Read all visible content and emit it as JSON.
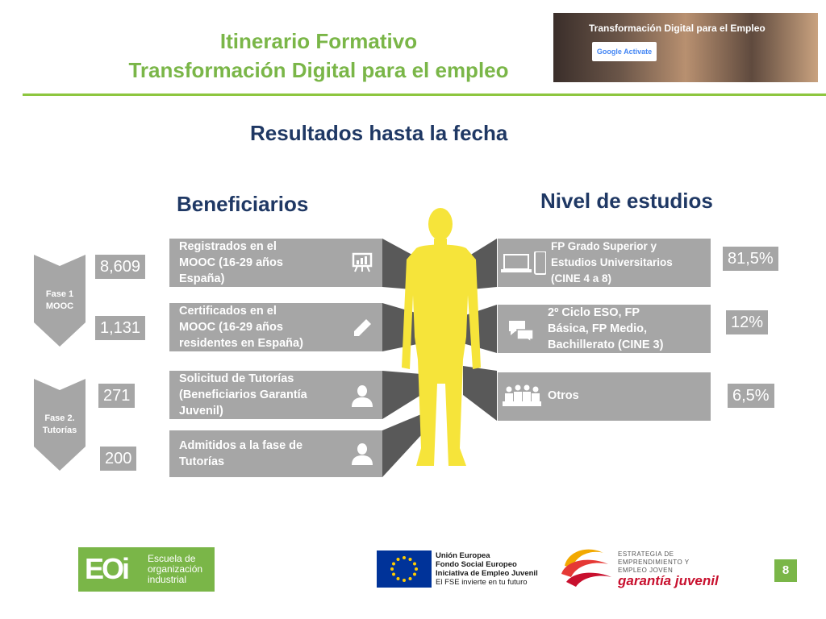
{
  "header": {
    "title_line1": "Itinerario Formativo",
    "title_line2": "Transformación Digital para el empleo",
    "banner_text": "Transformación Digital para el Empleo",
    "banner_logo": "Google Activate"
  },
  "section_title": "Resultados hasta la fecha",
  "beneficiarios": {
    "heading": "Beneficiarios",
    "phases": [
      {
        "label_line1": "Fase 1",
        "label_line2": "MOOC"
      },
      {
        "label_line1": "Fase 2.",
        "label_line2": "Tutorías"
      }
    ],
    "items": [
      {
        "value": "8,609",
        "text_lines": [
          "Registrados en el",
          "MOOC (16-29 años",
          "España)"
        ],
        "icon": "presentation-icon"
      },
      {
        "value": "1,131",
        "text_lines": [
          "Certificados en el",
          "MOOC (16-29 años",
          "residentes en España)"
        ],
        "icon": "pencil-icon"
      },
      {
        "value": "271",
        "text_lines": [
          "Solicitud de Tutorías",
          "(Beneficiarios Garantía",
          "Juvenil)"
        ],
        "icon": "person-icon"
      },
      {
        "value": "200",
        "text_lines": [
          "Admitidos a la fase de",
          "Tutorías"
        ],
        "icon": "person-icon"
      }
    ]
  },
  "nivel": {
    "heading": "Nivel de estudios",
    "items": [
      {
        "value": "81,5%",
        "text_lines": [
          "FP Grado Superior y",
          "Estudios Universitarios",
          "(CINE 4 a 8)"
        ],
        "icon": "devices-icon"
      },
      {
        "value": "12%",
        "text_lines": [
          "2º Ciclo ESO, FP",
          "Básica, FP Medio,",
          "Bachillerato (CINE 3)"
        ],
        "icon": "chat-icon"
      },
      {
        "value": "6,5%",
        "text_lines": [
          "Otros"
        ],
        "icon": "audience-icon"
      }
    ]
  },
  "footer": {
    "eoi_mark": "EOi",
    "eoi_lines": [
      "Escuela de",
      "organización",
      "industrial"
    ],
    "eu_lines": [
      "Unión Europea",
      "Fondo Social Europeo",
      "Iniciativa de Empleo Juvenil",
      "El FSE invierte en tu futuro"
    ],
    "gj_lines": [
      "ESTRATEGIA DE",
      "EMPRENDIMIENTO Y",
      "EMPLEO JOVEN"
    ],
    "gj_script": "garantía juvenil",
    "page_number": "8"
  },
  "colors": {
    "brand_green": "#7ab648",
    "heading_navy": "#1f3864",
    "box_gray": "#a6a6a6",
    "figure_yellow": "#f6e43a"
  }
}
